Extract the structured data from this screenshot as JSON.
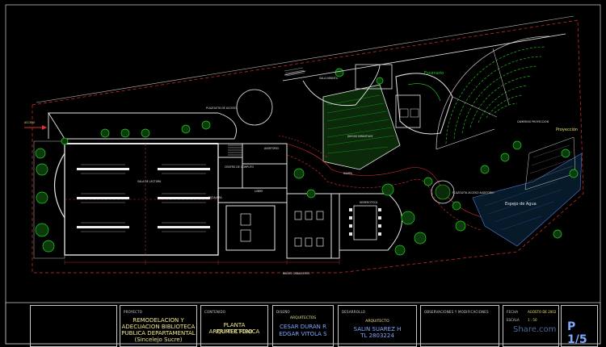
{
  "plan": {
    "labels": {
      "acceso": "ACCESO",
      "plazoleta": "PLAZOLETA DE ACCESO",
      "sala_lectura": "SALA DE LECTURA",
      "sala_infantil": "SALA INFANTIL",
      "auditorio": "AUDITORIO",
      "juegos": "JUEGOS INFANTILES",
      "lobby": "LOBBY",
      "hemeroteca": "HEMEROTECA",
      "espejo": "Espejo de Agua",
      "proyeccion": "Proyección",
      "escenario": "Escenario",
      "cabina": "CAMERINO PROYECCION",
      "plazoleta_aud": "PLAZOLETA ACCESO AUDITORIO",
      "centro_computo": "CENTRO DE COMPUTO",
      "banos": "BAÑOS CABALLEROS",
      "rampa": "RAMPA",
      "escalera": "ESCALERA"
    }
  },
  "title_block": {
    "proyecto_label": "PROYECTO",
    "proyecto": [
      "REMODELACION Y",
      "ADECUACION BIBLIOTECA",
      "PUBLICA DEPARTAMENTAL",
      "(Sincelejo Sucre)"
    ],
    "contenido_label": "CONTENIDO",
    "contenido": [
      "PLANTA ARQUITECTONICA",
      "PRIMER PISO"
    ],
    "diseno_label": "DISEÑO",
    "diseno": [
      "ARQUITECTOS",
      "CESAR DURAN R",
      "EDGAR VITOLA S"
    ],
    "desarrollo_label": "DESARROLLO",
    "desarrollo": [
      "ARQUITECTO",
      "SALIN SUAREZ H",
      "TL 2803224"
    ],
    "observaciones_label": "OBSERVACIONES Y MODIFICACIONES",
    "fecha_label": "FECHA",
    "fecha": "AGOSTO DE 2002",
    "escala_label": "ESCALA",
    "escala": "1 : 50",
    "sheet": "P 1/5",
    "watermark": "Share.com"
  },
  "colors": {
    "wall": "#e6e6e6",
    "dim": "#e03030",
    "green": "#1fd51f",
    "yellow": "#e6e06a",
    "magenta": "#d040d0",
    "blue": "#5a7ad8"
  }
}
